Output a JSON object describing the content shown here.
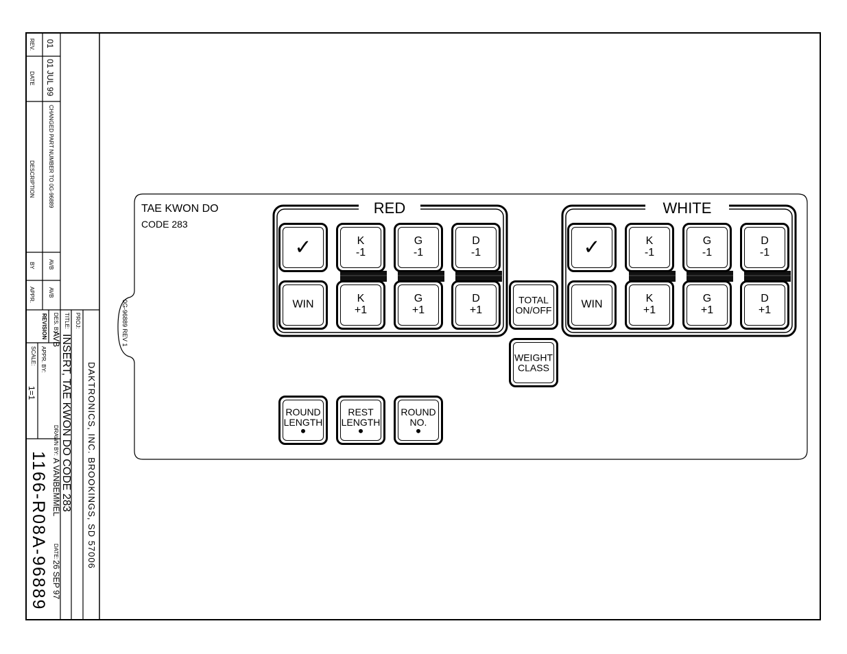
{
  "revision_block": {
    "headers": {
      "rev": "REV.",
      "date": "DATE",
      "description": "DESCRIPTION",
      "by": "BY",
      "appr": "APPR."
    },
    "row": {
      "rev": "01",
      "date": "01 JUL 99",
      "description": "CHANGED PART NUMBER TO 0G-96889",
      "by": "AVB",
      "appr": "AVB"
    },
    "section_label": "REVISION"
  },
  "title_block": {
    "company": "DAKTRONICS, INC.  BROOKINGS, SD 57006",
    "proj_label": "PROJ:",
    "title_label": "TITLE:",
    "title": "INSERT, TAE KWON DO  CODE 283",
    "des_label": "DES. BY:",
    "des_by": "AVB",
    "drawn_label": "DRAWN BY:",
    "drawn_by": "A VANBEMMEL",
    "date_label": "DATE:",
    "date": "26 SEP 97",
    "appr_label": "APPR. BY:",
    "scale_label": "SCALE:",
    "scale": "1=1",
    "drawing_number": "1166-R08A-96889"
  },
  "insert": {
    "part_code": "0G-96889 REV 1",
    "title": "TAE KWON DO",
    "code": "CODE  283",
    "red_label": "RED",
    "white_label": "WHITE",
    "red_keys": {
      "check": "✓",
      "win": "WIN",
      "k_minus": [
        "K",
        "-1"
      ],
      "g_minus": [
        "G",
        "-1"
      ],
      "d_minus": [
        "D",
        "-1"
      ],
      "k_plus": [
        "K",
        "+1"
      ],
      "g_plus": [
        "G",
        "+1"
      ],
      "d_plus": [
        "D",
        "+1"
      ]
    },
    "white_keys": {
      "check": "✓",
      "win": "WIN",
      "k_minus": [
        "K",
        "-1"
      ],
      "g_minus": [
        "G",
        "-1"
      ],
      "d_minus": [
        "D",
        "-1"
      ],
      "k_plus": [
        "K",
        "+1"
      ],
      "g_plus": [
        "G",
        "+1"
      ],
      "d_plus": [
        "D",
        "+1"
      ]
    },
    "center_keys": {
      "total": [
        "TOTAL",
        "ON/OFF"
      ],
      "weight": [
        "WEIGHT",
        "CLASS"
      ]
    },
    "bottom_keys": {
      "round_length": [
        "ROUND",
        "LENGTH"
      ],
      "rest_length": [
        "REST",
        "LENGTH"
      ],
      "round_no": [
        "ROUND",
        "NO."
      ]
    }
  }
}
